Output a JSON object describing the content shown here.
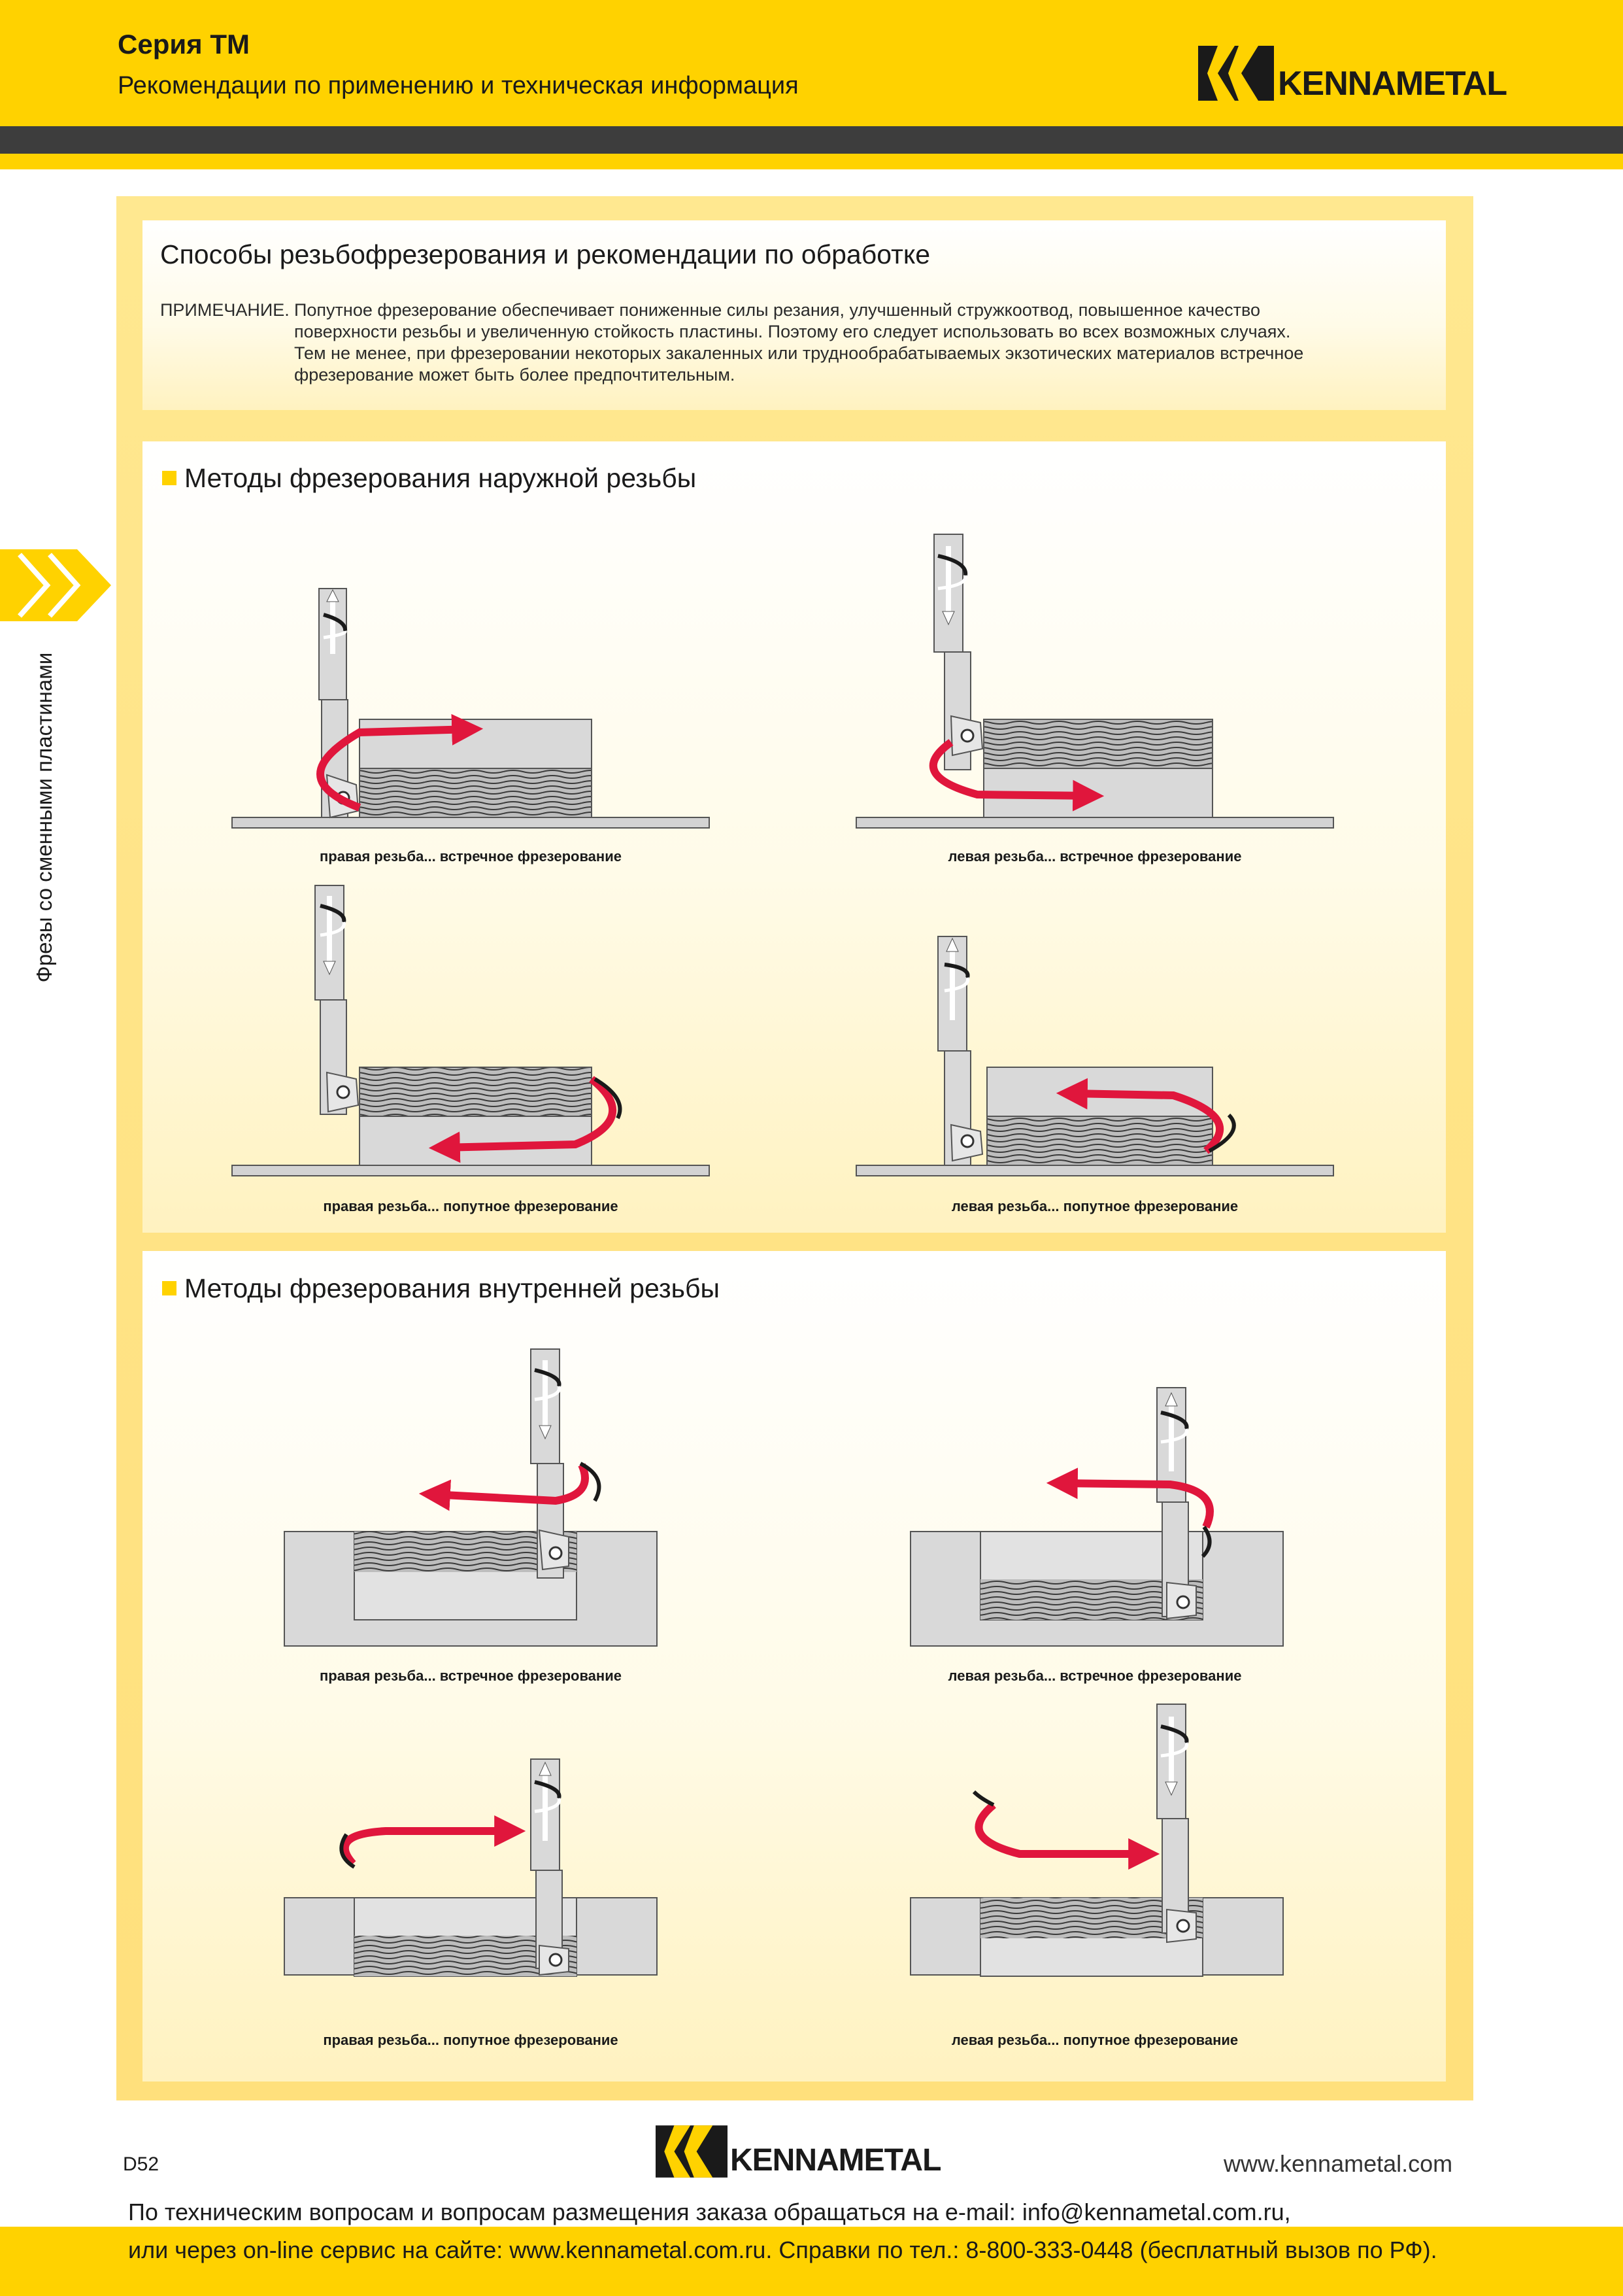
{
  "header": {
    "title": "Серия TM",
    "subtitle": "Рекомендации по применению и техническая информация",
    "brand": "KENNAMETAL"
  },
  "side_tab": {
    "label": "Фрезы со сменными пластинами"
  },
  "intro": {
    "heading": "Способы резьбофрезерования и рекомендации по обработке",
    "note_label": "ПРИМЕЧАНИЕ.",
    "note_lines": [
      "Попутное фрезерование обеспечивает пониженные силы резания, улучшенный стружкоотвод, повышенное качество",
      "поверхности резьбы и увеличенную стойкость пластины. Поэтому его следует использовать во всех возможных случаях.",
      "Тем не менее, при фрезеровании некоторых закаленных или труднообрабатываемых экзотических материалов встречное",
      "фрезерование может быть более предпочтительным."
    ]
  },
  "external": {
    "heading": "Методы фрезерования наружной резьбы",
    "captions": [
      "правая резьба... встречное фрезерование",
      "левая резьба... встречное фрезерование",
      "правая резьба... попутное фрезерование",
      "левая резьба... попутное фрезерование"
    ]
  },
  "internal": {
    "heading": "Методы фрезерования внутренней резьбы",
    "captions": [
      "правая резьба... встречное фрезерование",
      "левая резьба... встречное фрезерование",
      "правая резьба... попутное фрезерование",
      "левая резьба... попутное фрезерование"
    ]
  },
  "footer": {
    "page": "D52",
    "brand": "KENNAMETAL",
    "website": "www.kennametal.com",
    "contact_line1": "По техническим вопросам и вопросам размещения заказа обращаться на e-mail: info@kennametal.com.ru,",
    "contact_line2": "или через on-line сервис на сайте: www.kennametal.com.ru. Справки по тел.: 8-800-333-0448 (бесплатный вызов по РФ)."
  },
  "colors": {
    "brand_yellow": "#ffd200",
    "dark_band": "#3d3d3d",
    "arrow_red": "#e0163c",
    "workpiece_gray": "#d9d9d9"
  }
}
